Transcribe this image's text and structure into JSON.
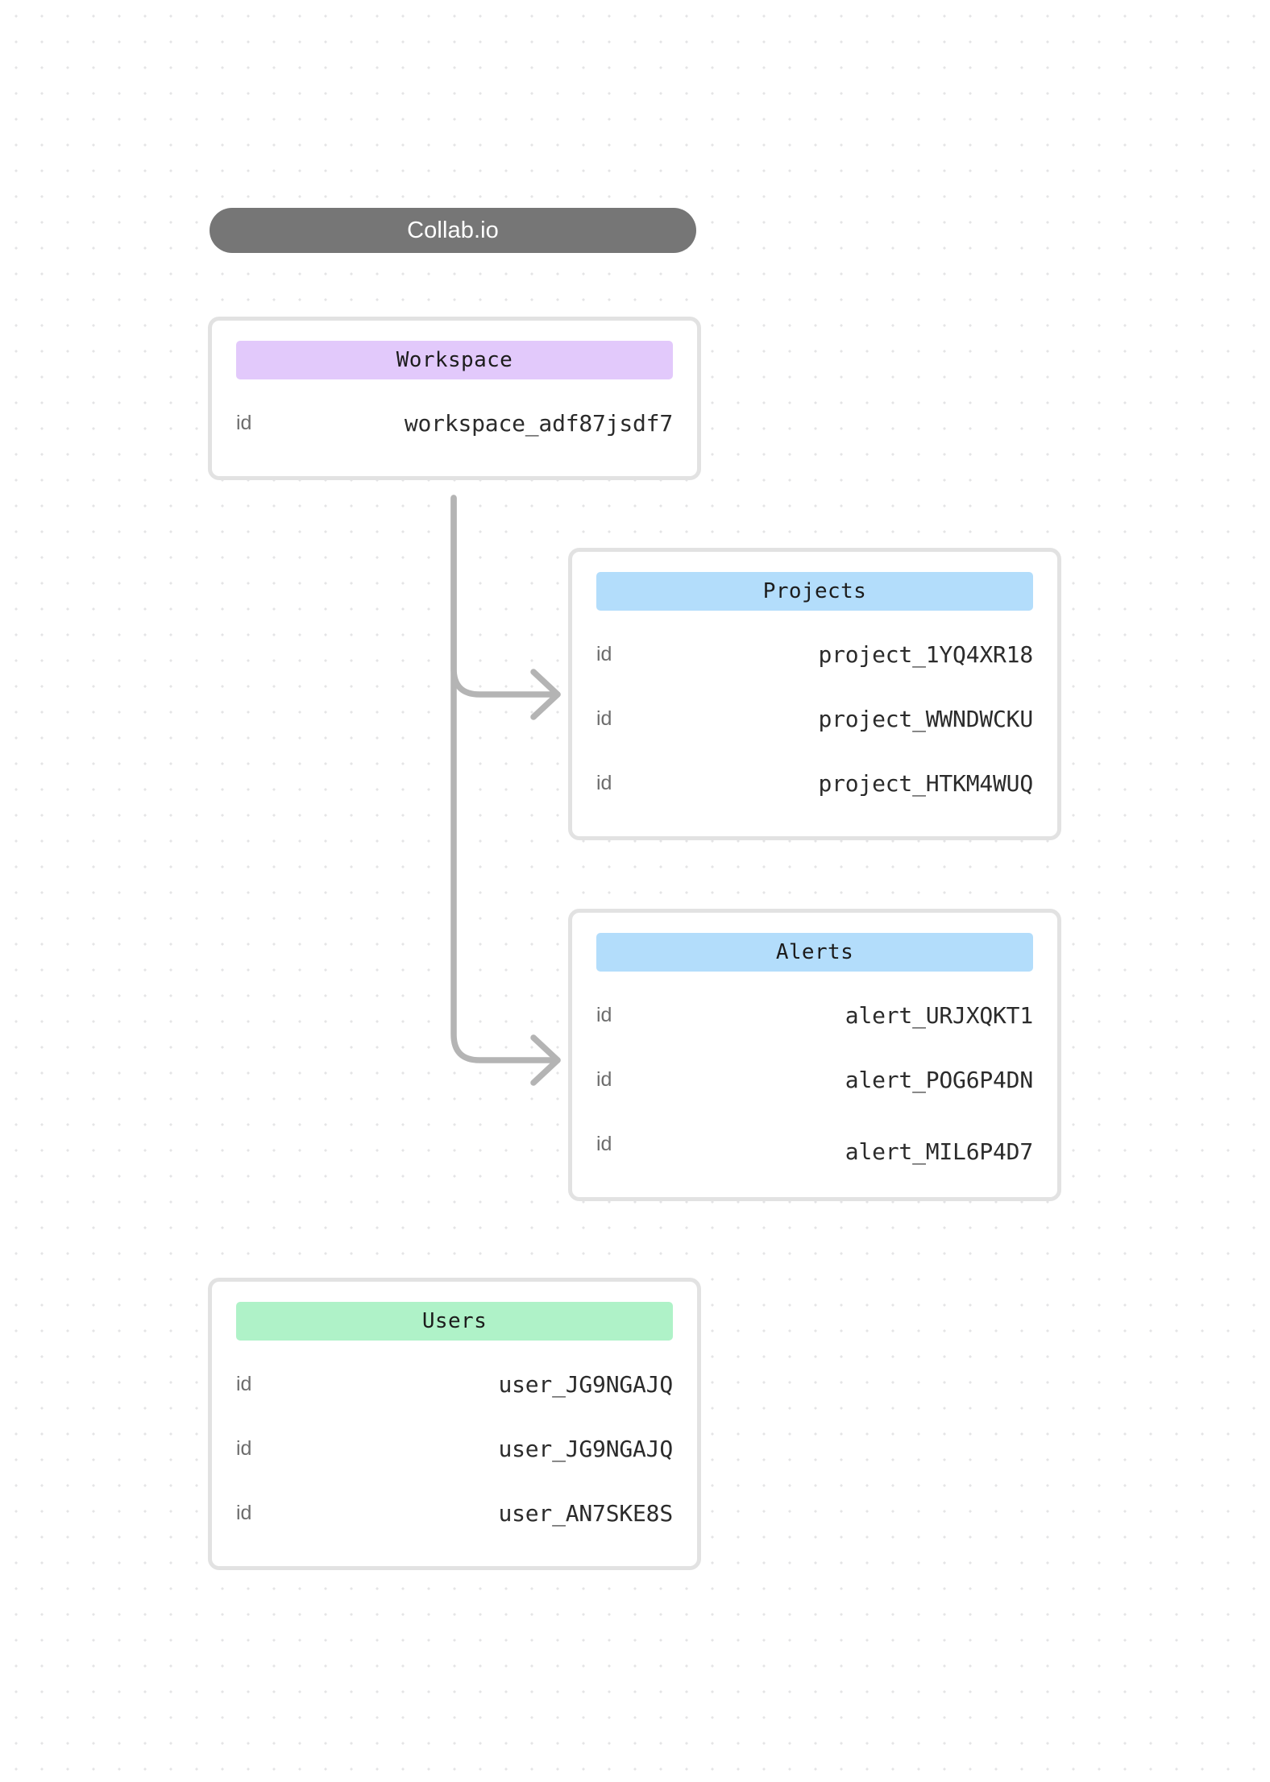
{
  "title": {
    "label": "Collab.io"
  },
  "colors": {
    "title_pill": "#767676",
    "workspace_header": "#e2c9fb",
    "projects_header": "#b3ddfb",
    "alerts_header": "#b3ddfb",
    "users_header": "#aff2c8",
    "card_border": "#e2e2e2",
    "connector": "#b4b4b4",
    "background": "#ffffff",
    "grid_dot": "#e4e4e6"
  },
  "cards": {
    "workspace": {
      "header": "Workspace",
      "rows": [
        {
          "key": "id",
          "value": "workspace_adf87jsdf7"
        }
      ]
    },
    "projects": {
      "header": "Projects",
      "rows": [
        {
          "key": "id",
          "value": "project_1YQ4XR18"
        },
        {
          "key": "id",
          "value": "project_WWNDWCKU"
        },
        {
          "key": "id",
          "value": "project_HTKM4WUQ"
        }
      ]
    },
    "alerts": {
      "header": "Alerts",
      "rows": [
        {
          "key": "id",
          "value": "alert_URJXQKT1"
        },
        {
          "key": "id",
          "value": "alert_POG6P4DN"
        },
        {
          "key": "id",
          "value": "alert_MIL6P4D7"
        }
      ]
    },
    "users": {
      "header": "Users",
      "rows": [
        {
          "key": "id",
          "value": "user_JG9NGAJQ"
        },
        {
          "key": "id",
          "value": "user_JG9NGAJQ"
        },
        {
          "key": "id",
          "value": "user_AN7SKE8S"
        }
      ]
    }
  },
  "connections": [
    {
      "from": "workspace",
      "to": "projects"
    },
    {
      "from": "workspace",
      "to": "alerts"
    }
  ]
}
